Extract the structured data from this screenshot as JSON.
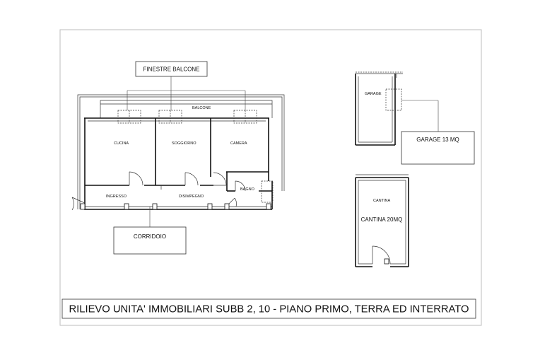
{
  "title": "RILIEVO  UNITA' IMMOBILIARI SUBB 2, 10 - PIANO PRIMO, TERRA ED INTERRATO",
  "callouts": {
    "finestre_balcone": "FINESTRE BALCONE",
    "corridoio": "CORRIDOIO",
    "garage_area": "GARAGE 13 MQ",
    "cantina_area": "CANTINA 20MQ"
  },
  "rooms": {
    "balcone": "BALCONE",
    "cucina": "CUCINA",
    "soggiorno": "SOGGIORNO",
    "camera": "CAMERA",
    "bagno": "BAGNO",
    "ingresso": "INGRESSO",
    "disimpegno": "DISIMPEGNO",
    "garage": "GARAGE",
    "cantina": "CANTINA"
  }
}
